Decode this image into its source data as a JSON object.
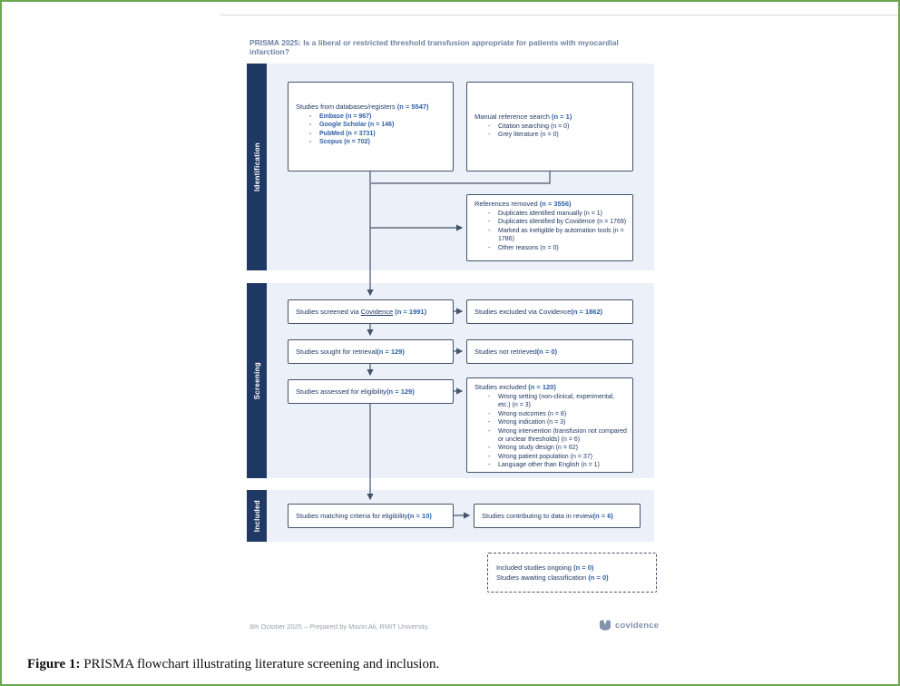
{
  "title": "PRISMA 2025: Is a liberal or restricted threshold transfusion appropriate for patients with myocardial infarction?",
  "sections": {
    "identification": "Identification",
    "screening": "Screening",
    "included": "Included"
  },
  "boxes": {
    "databases": {
      "label": "Studies from databases/registers ",
      "n": "(n = 5547)",
      "items": [
        {
          "text": "Embase (n = 967)"
        },
        {
          "text": "Google Scholar (n = 146)"
        },
        {
          "text": "PubMed (n = 3731)"
        },
        {
          "text": "Scopus (n = 702)"
        }
      ]
    },
    "manual": {
      "label": "Manual reference search ",
      "n": "(n = 1)",
      "items": [
        {
          "text": "Citation searching (n = 0)"
        },
        {
          "text": "Grey literature (n = 0)"
        }
      ]
    },
    "refs_removed": {
      "label": "References removed ",
      "n": "(n = 3556)",
      "items": [
        {
          "text": "Duplicates identified manually (n = 1)"
        },
        {
          "text": "Duplicates identified by Covidence (n = 1769)"
        },
        {
          "text": "Marked as ineligible by automation tools (n = 1786)"
        },
        {
          "text": "Other reasons (n = 0)"
        }
      ]
    },
    "screened": {
      "label_pre": "Studies screened via ",
      "link": "Covidence ",
      "n": "(n = 1991)"
    },
    "excluded_covidence": {
      "label": "Studies excluded via Covidence ",
      "n": "(n = 1862)"
    },
    "sought": {
      "label": "Studies sought for retrieval ",
      "n": "(n = 129)"
    },
    "not_retrieved": {
      "label": "Studies not retrieved ",
      "n": "(n = 0)"
    },
    "assessed": {
      "label": "Studies assessed for eligibility ",
      "n": "(n = 129)"
    },
    "excluded": {
      "label": "Studies excluded ",
      "n": "(n = 120)",
      "items": [
        {
          "text": "Wrong setting (non-clinical, experimental, etc.) (n = 3)"
        },
        {
          "text": "Wrong outcomes (n = 8)"
        },
        {
          "text": "Wrong indication (n = 3)"
        },
        {
          "text": "Wrong intervention (transfusion not compared or unclear thresholds) (n = 6)"
        },
        {
          "text": "Wrong study design (n = 62)"
        },
        {
          "text": "Wrong patient population (n = 37)"
        },
        {
          "text": "Language other than English (n = 1)"
        }
      ]
    },
    "matching": {
      "label": "Studies matching criteria for eligibility ",
      "n": "(n = 10)"
    },
    "contributing": {
      "label": "Studies contributing to data in review ",
      "n": "(n = 6)"
    },
    "ongoing": {
      "line1_label": "Included studies ongoing ",
      "line1_n": "(n = 0)",
      "line2_label": "Studies awaiting classification ",
      "line2_n": "(n = 0)"
    }
  },
  "footer": {
    "prepared": "8th October 2025 – Prepared by Mazin Ali, RMIT University.",
    "logo": "covidence"
  },
  "caption": {
    "prefix": "Figure 1:",
    "text": " PRISMA flowchart illustrating literature screening and inclusion."
  },
  "colors": {
    "navy": "#1f3864",
    "accent_blue": "#2e5fa3",
    "band_background": "#ecf0f9",
    "box_border": "#44546a",
    "figure_border_green": "#6aa84f",
    "title_gray_blue": "#6e80a4",
    "logo_gray_blue": "#8294ad"
  }
}
